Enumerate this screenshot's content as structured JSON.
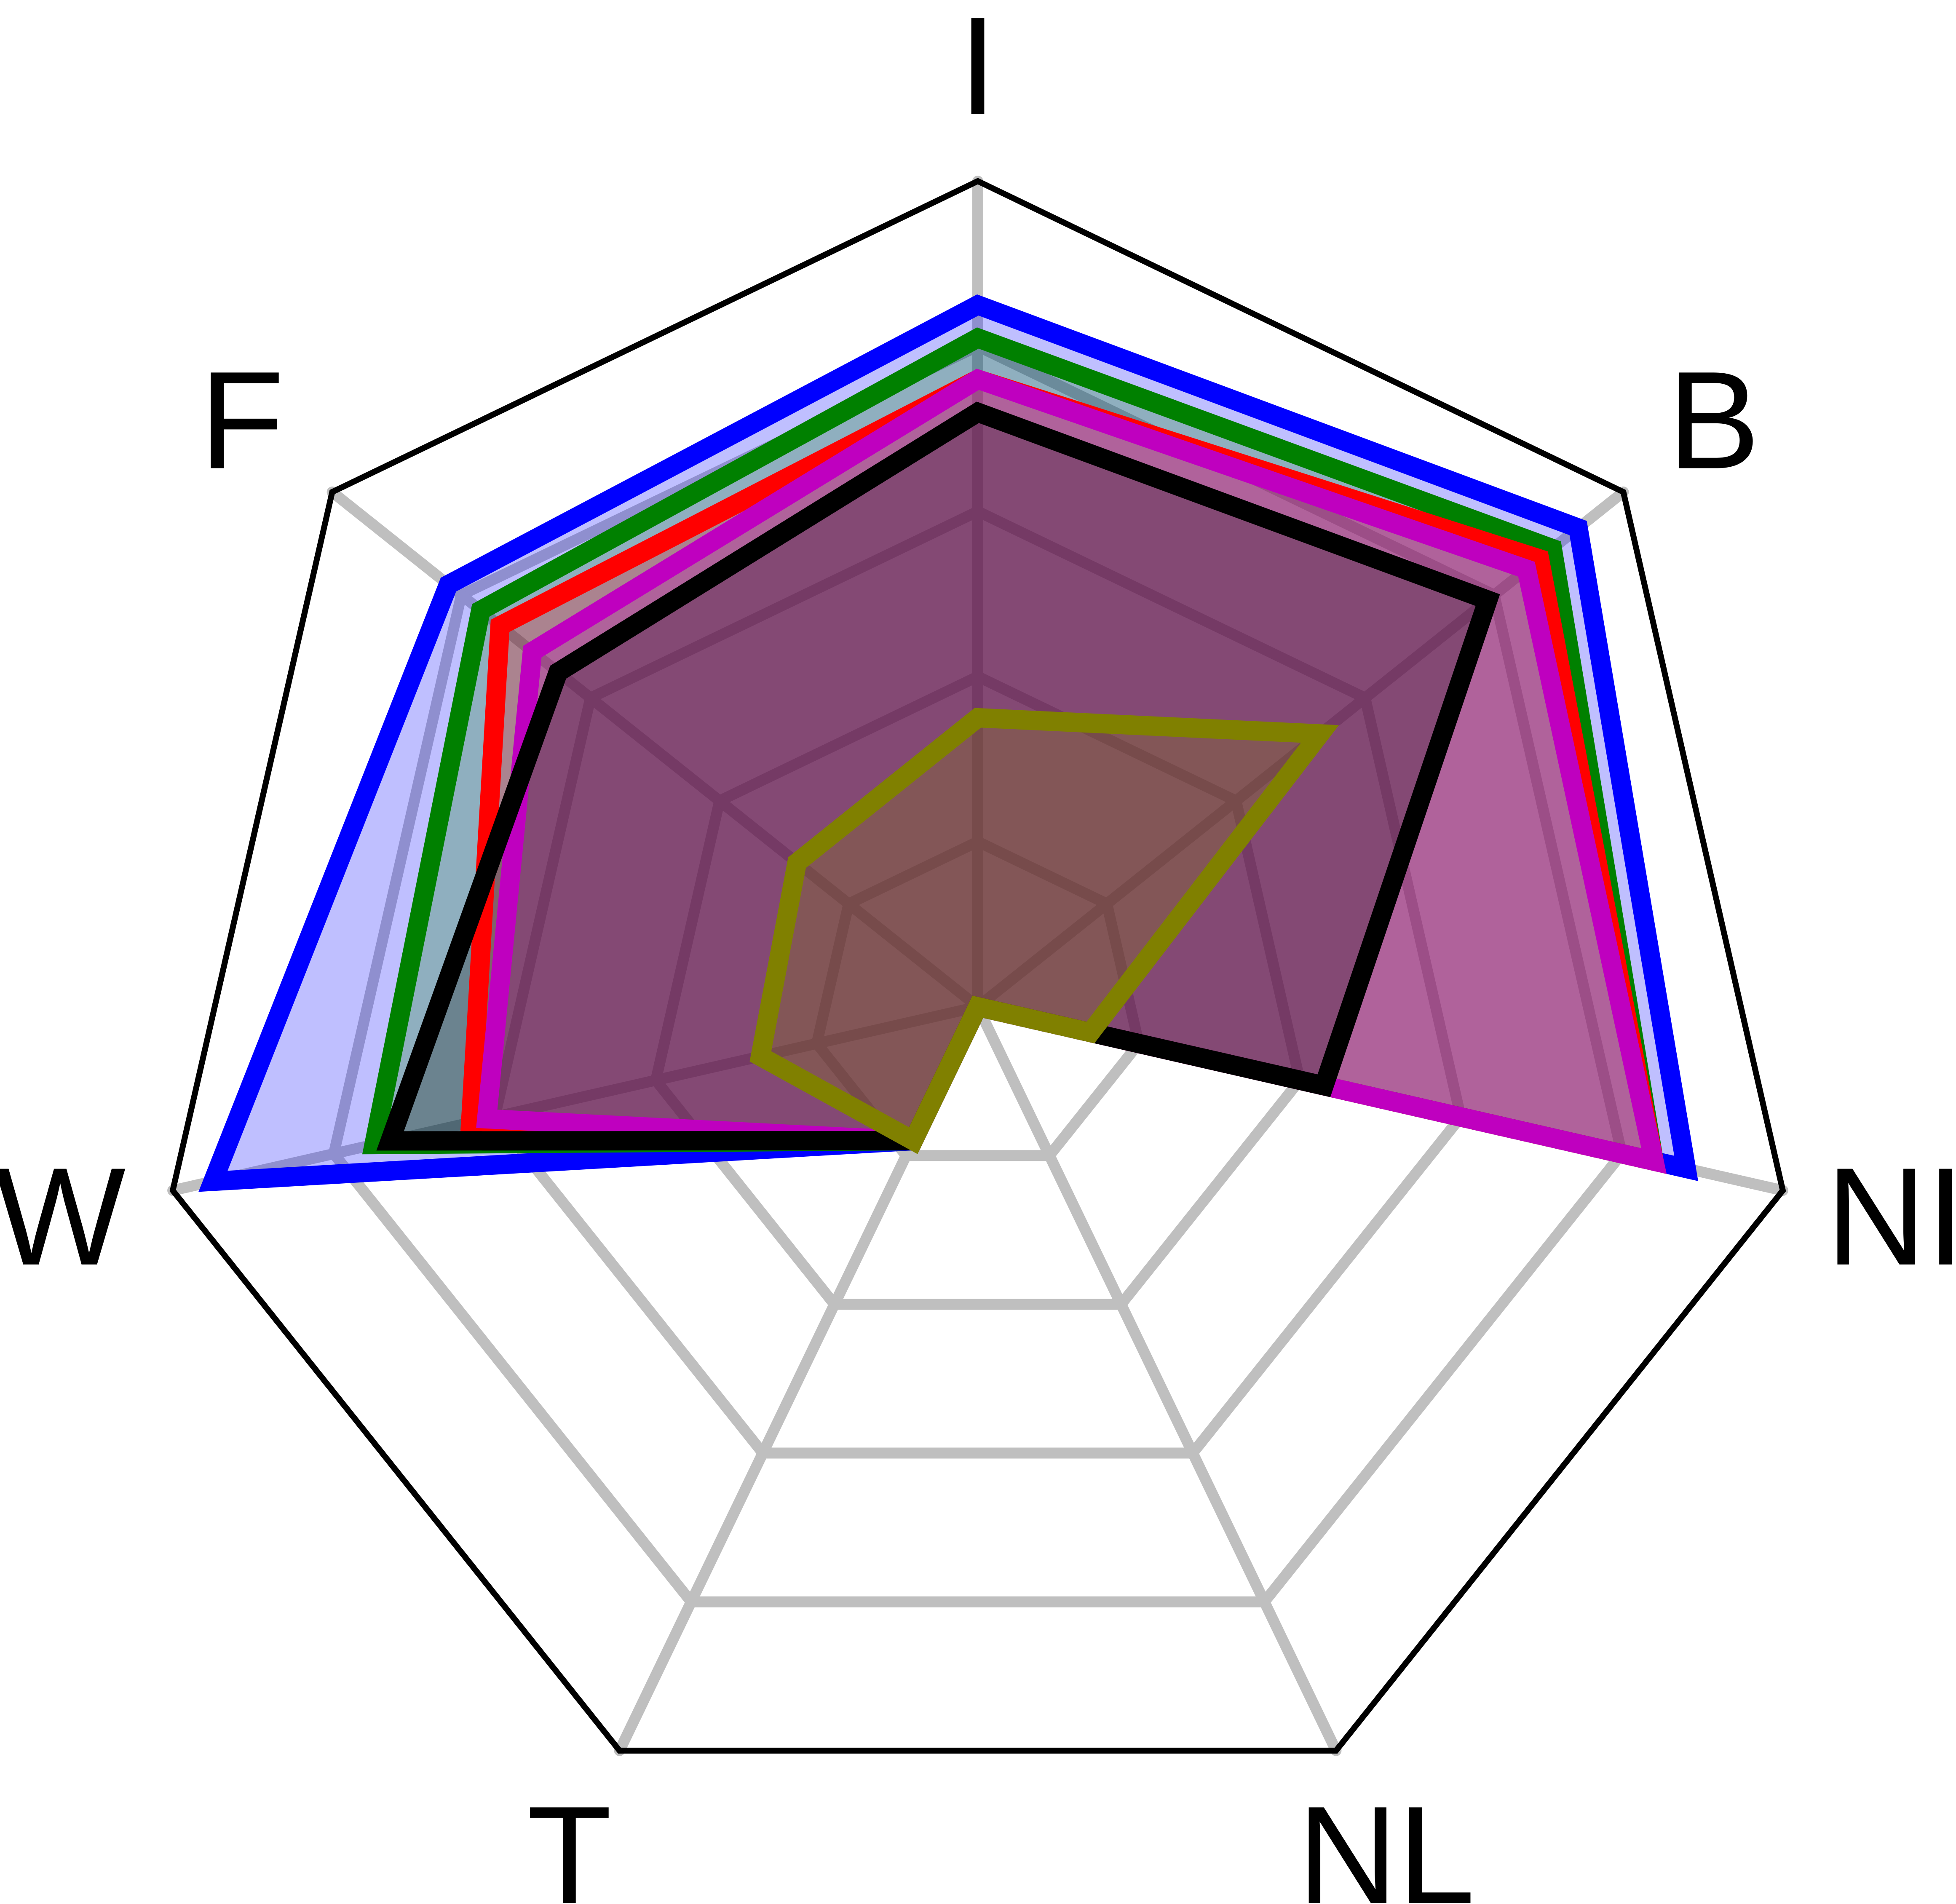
{
  "chart_data": {
    "type": "radar",
    "axes": [
      "I",
      "B",
      "NI",
      "NL",
      "T",
      "W",
      "F"
    ],
    "rmax": 1.0,
    "grid_levels": [
      0.2,
      0.4,
      0.6,
      0.8,
      1.0
    ],
    "grid": true,
    "series": [
      {
        "color": "#0000ff",
        "fill": "#0000ff",
        "fill_opacity": 0.25,
        "values": [
          0.85,
          0.93,
          0.88,
          0.0,
          0.18,
          0.95,
          0.82
        ]
      },
      {
        "color": "#008000",
        "fill": "#008000",
        "fill_opacity": 0.25,
        "values": [
          0.81,
          0.89,
          0.84,
          0.0,
          0.18,
          0.75,
          0.77
        ]
      },
      {
        "color": "#ff0000",
        "fill": "#ff0000",
        "fill_opacity": 0.25,
        "values": [
          0.76,
          0.87,
          0.84,
          0.0,
          0.18,
          0.63,
          0.74
        ]
      },
      {
        "color": "#bf00bf",
        "fill": "#bf00bf",
        "fill_opacity": 0.25,
        "values": [
          0.76,
          0.85,
          0.84,
          0.0,
          0.18,
          0.61,
          0.69
        ]
      },
      {
        "color": "#000000",
        "fill": "#000000",
        "fill_opacity": 0.25,
        "values": [
          0.72,
          0.79,
          0.43,
          0.0,
          0.18,
          0.73,
          0.65
        ]
      },
      {
        "color": "#808000",
        "fill": "#808000",
        "fill_opacity": 0.25,
        "values": [
          0.35,
          0.53,
          0.14,
          0.0,
          0.18,
          0.27,
          0.28
        ]
      }
    ]
  }
}
